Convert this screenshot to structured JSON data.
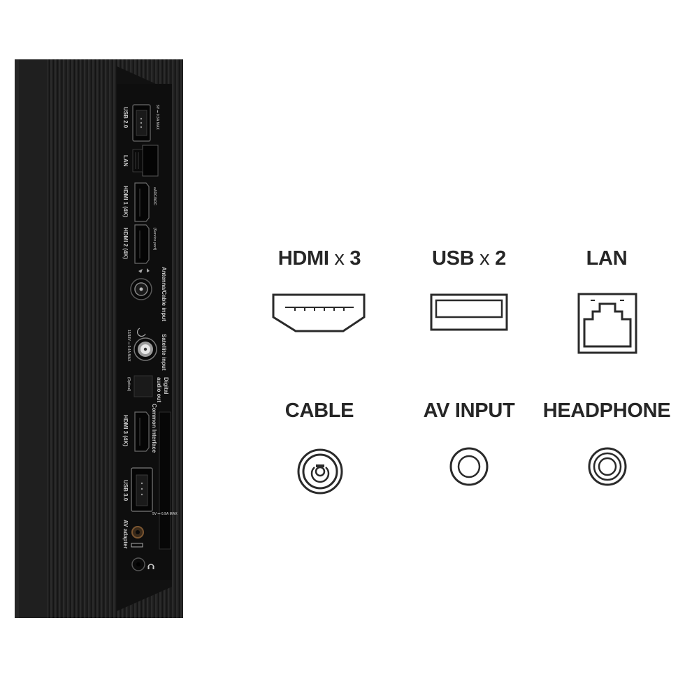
{
  "tv_panel": {
    "labels": {
      "usb20": "USB 2.0",
      "usb20_spec": "5V ⎓ 0.5A MAX",
      "lan": "LAN",
      "hdmi1": "HDMI 1 (4K)",
      "hdmi1_sub": "eARC/ARC",
      "hdmi2": "HDMI 2 (4K)",
      "hdmi2_sub": "(Service port)",
      "antenna": "Antenna/Cable input",
      "satellite": "Satellite input",
      "satellite_spec": "13/18V ⎓ 0.4A MAX",
      "digital_audio": "Digital",
      "digital_audio2": "audio out",
      "digital_audio_sub": "(Optical)",
      "hdmi3": "HDMI 3 (4K)",
      "common_interface": "Common Interface",
      "usb30": "USB 3.0",
      "usb30_spec": "5V ⎓ 0.9A MAX",
      "av_adapter": "AV adapter"
    }
  },
  "ports": [
    {
      "name": "HDMI",
      "multiplier": "x",
      "count": "3",
      "icon": "hdmi-port-icon"
    },
    {
      "name": "USB",
      "multiplier": "x",
      "count": "2",
      "icon": "usb-port-icon"
    },
    {
      "name": "LAN",
      "icon": "lan-port-icon"
    },
    {
      "name": "CABLE",
      "icon": "coax-port-icon"
    },
    {
      "name": "AV INPUT",
      "icon": "av-jack-icon"
    },
    {
      "name": "HEADPHONE",
      "icon": "headphone-jack-icon"
    }
  ],
  "colors": {
    "panel": "#1c1c1c",
    "icon_stroke": "#2a2a2a",
    "text": "#262626"
  }
}
